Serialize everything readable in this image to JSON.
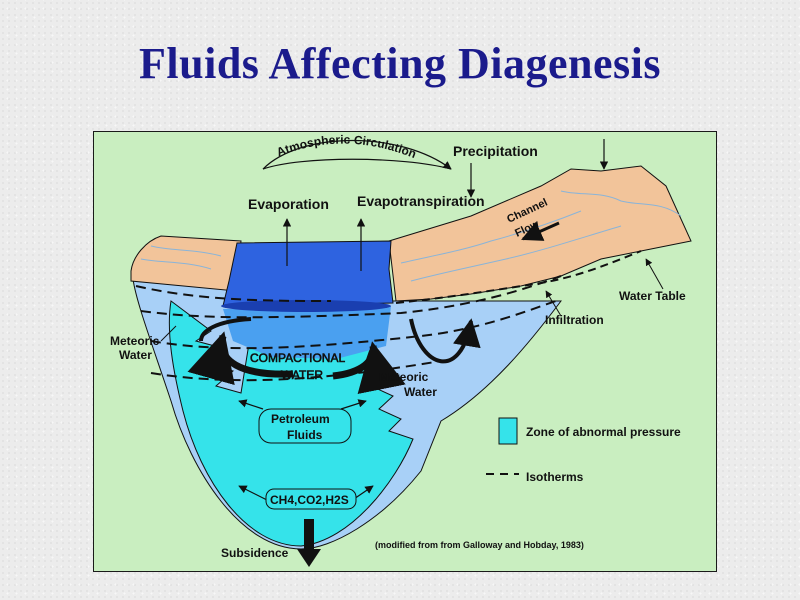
{
  "slide": {
    "title": "Fluids Affecting Diagenesis"
  },
  "diagram": {
    "labels": {
      "atmospheric_circulation": "Atmospheric  Circulation",
      "precipitation": "Precipitation",
      "evaporation": "Evaporation",
      "evapotranspiration": "Evapotranspiration",
      "channel_flow_1": "Channel",
      "channel_flow_2": "Flow",
      "water_table": "Water Table",
      "infiltration": "Infiltration",
      "meteoric_water_left_1": "Meteoric",
      "meteoric_water_left_2": "Water",
      "meteoric_water_right_1": "Meteoric",
      "meteoric_water_right_2": "Water",
      "compactional_water_1": "COMPACTIONAL",
      "compactional_water_2": "WATER",
      "petroleum_fluids_1": "Petroleum",
      "petroleum_fluids_2": "Fluids",
      "gases": "CH4,CO2,H2S",
      "subsidence": "Subsidence",
      "citation": "(modified from from Galloway and Hobday,  1983)"
    },
    "legend": {
      "abnormal_pressure": "Zone of abnormal pressure",
      "isotherms": "Isotherms"
    },
    "colors": {
      "panel_bg": "#c9eec0",
      "land": "#f2c49a",
      "sea": "#2e63e0",
      "meteoric_zone": "#a8d0f7",
      "abnormal_pressure_zone": "#35e3ea",
      "title": "#1b1b8c"
    }
  }
}
